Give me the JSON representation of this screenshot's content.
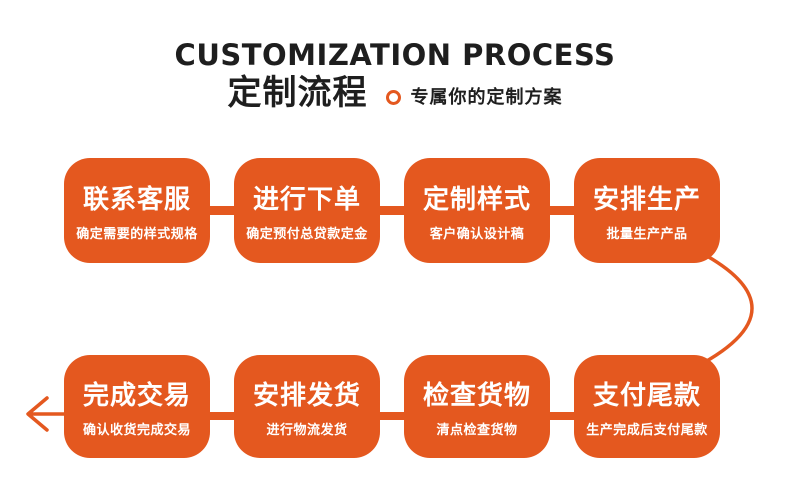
{
  "header": {
    "title_en": "CUSTOMIZATION PROCESS",
    "title_zh": "定制流程",
    "tagline": "专属你的定制方案"
  },
  "colors": {
    "accent": "#e4581f",
    "heading_text": "#1e1e1e",
    "box_text": "#ffffff",
    "background": "#ffffff"
  },
  "flow": {
    "rows": [
      {
        "boxes": [
          {
            "title": "联系客服",
            "subtitle": "确定需要的样式规格"
          },
          {
            "title": "进行下单",
            "subtitle": "确定预付总贷款定金"
          },
          {
            "title": "定制样式",
            "subtitle": "客户确认设计稿"
          },
          {
            "title": "安排生产",
            "subtitle": "批量生产产品"
          }
        ]
      },
      {
        "boxes": [
          {
            "title": "完成交易",
            "subtitle": "确认收货完成交易"
          },
          {
            "title": "安排发货",
            "subtitle": "进行物流发货"
          },
          {
            "title": "检查货物",
            "subtitle": "清点检查货物"
          },
          {
            "title": "支付尾款",
            "subtitle": "生产完成后支付尾款"
          }
        ]
      }
    ]
  }
}
